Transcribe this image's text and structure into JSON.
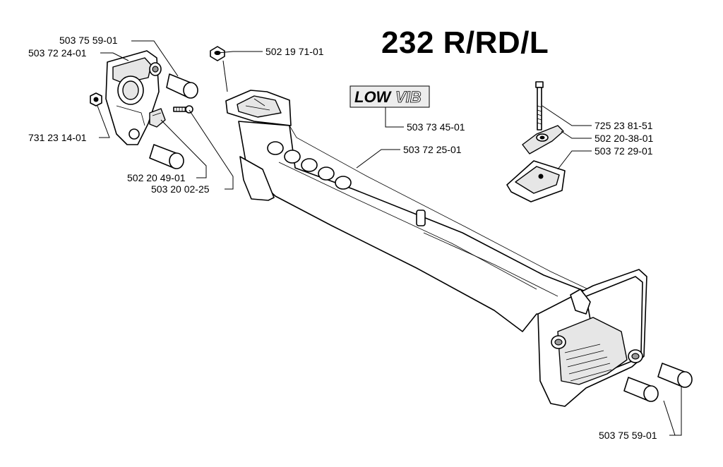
{
  "title": "232 R/RD/L",
  "logo": {
    "text": "LOW VIB",
    "icon": "low-vib-logo"
  },
  "labels": {
    "rubber_top": "503 75 59-01",
    "bracket": "503 72 24-01",
    "nut_top": "502 19 71-01",
    "logo_decal": "503 73 45-01",
    "nut_left": "731 23 14-01",
    "handle_frame": "503 72 25-01",
    "clip": "502 20 49-01",
    "screw": "503 20 02-25",
    "bolt": "725 23 81-51",
    "clamp_nut": "502 20-38-01",
    "clamp_base": "503 72 29-01",
    "rubber_bottom": "503 75 59-01"
  }
}
